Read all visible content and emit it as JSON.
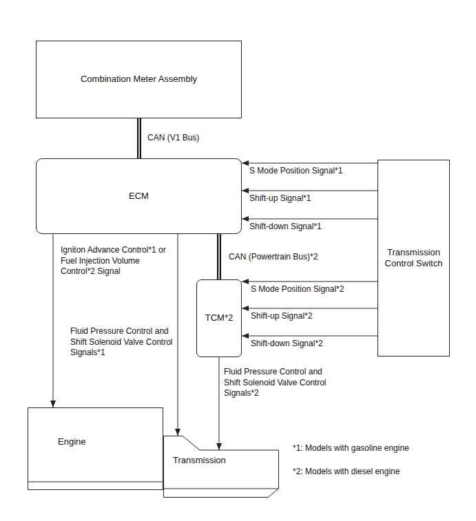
{
  "diagram": {
    "nodes": [
      {
        "text": [
          "Combination Meter Assembly"
        ]
      },
      {
        "text": [
          "ECM"
        ]
      },
      {
        "text": [
          "Transmission Control Switch"
        ]
      },
      {
        "text": [
          "TCM*2"
        ]
      },
      {
        "text": [
          "Engine"
        ]
      },
      {
        "text": [
          "Transmission"
        ]
      }
    ],
    "edges": [
      {
        "from": 0,
        "to": 1,
        "arrow": "none",
        "label": "CAN (V1 Bus)"
      },
      {
        "from": 2,
        "to": 1,
        "arrow": "to",
        "label": "S Mode Position Signal*1"
      },
      {
        "from": 2,
        "to": 1,
        "arrow": "to",
        "label": "Shift-up Signal*1"
      },
      {
        "from": 2,
        "to": 1,
        "arrow": "to",
        "label": "Shift-down Signal*1"
      },
      {
        "from": 1,
        "to": 3,
        "arrow": "none",
        "label": "CAN (Powertrain Bus)*2"
      },
      {
        "from": 2,
        "to": 3,
        "arrow": "to",
        "label": "S Mode Position Signal*2"
      },
      {
        "from": 2,
        "to": 3,
        "arrow": "to",
        "label": "Shift-up Signal*2"
      },
      {
        "from": 2,
        "to": 3,
        "arrow": "to",
        "label": "Shift-down Signal*2"
      },
      {
        "from": 1,
        "to": 4,
        "arrow": "to",
        "label": "Igniton Advance Control*1 or Fuel Injection Volume Control*2 Signal"
      },
      {
        "from": 1,
        "to": 5,
        "arrow": "to",
        "label": "Fluid Pressure Control and Shift Solenoid Valve Control Signals*1"
      },
      {
        "from": 3,
        "to": 5,
        "arrow": "to",
        "label": "Fluid Pressure Control and Shift Solenoid Valve Control Signals*2"
      }
    ],
    "labels": [
      "*1: Models with gasoline engine",
      "*2: Models with diesel engine"
    ]
  }
}
